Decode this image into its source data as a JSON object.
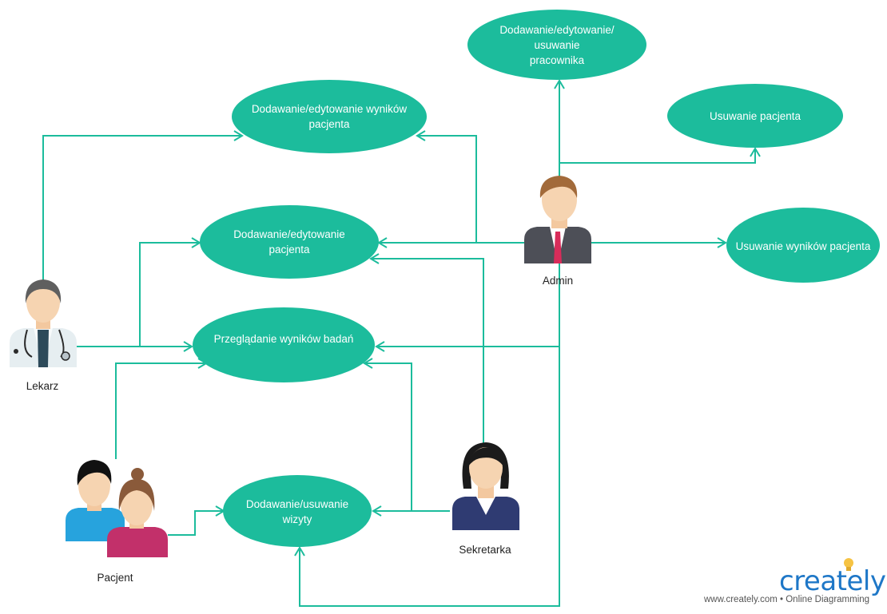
{
  "colors": {
    "use_case_fill": "#1cbc9c",
    "connector": "#1cbc9c",
    "brand_blue": "#1e77c7",
    "bulb": "#f6c343"
  },
  "use_cases": {
    "add_edit_delete_employee": "Dodawanie/edytowanie/\nusuwanie\npracownika",
    "add_edit_results": "Dodawanie/edytowanie wyników\npacjenta",
    "delete_patient": "Usuwanie pacjenta",
    "add_edit_patient": "Dodawanie/edytowanie\npacjenta",
    "delete_results": "Usuwanie wyników pacjenta",
    "view_results": "Przeglądanie wyników badań",
    "add_delete_visit": "Dodawanie/usuwanie\nwizyty"
  },
  "actors": {
    "doctor": "Lekarz",
    "admin": "Admin",
    "patient": "Pacjent",
    "secretary": "Sekretarka"
  },
  "branding": {
    "logo_text": "creately",
    "tagline": "www.creately.com • Online Diagramming"
  }
}
